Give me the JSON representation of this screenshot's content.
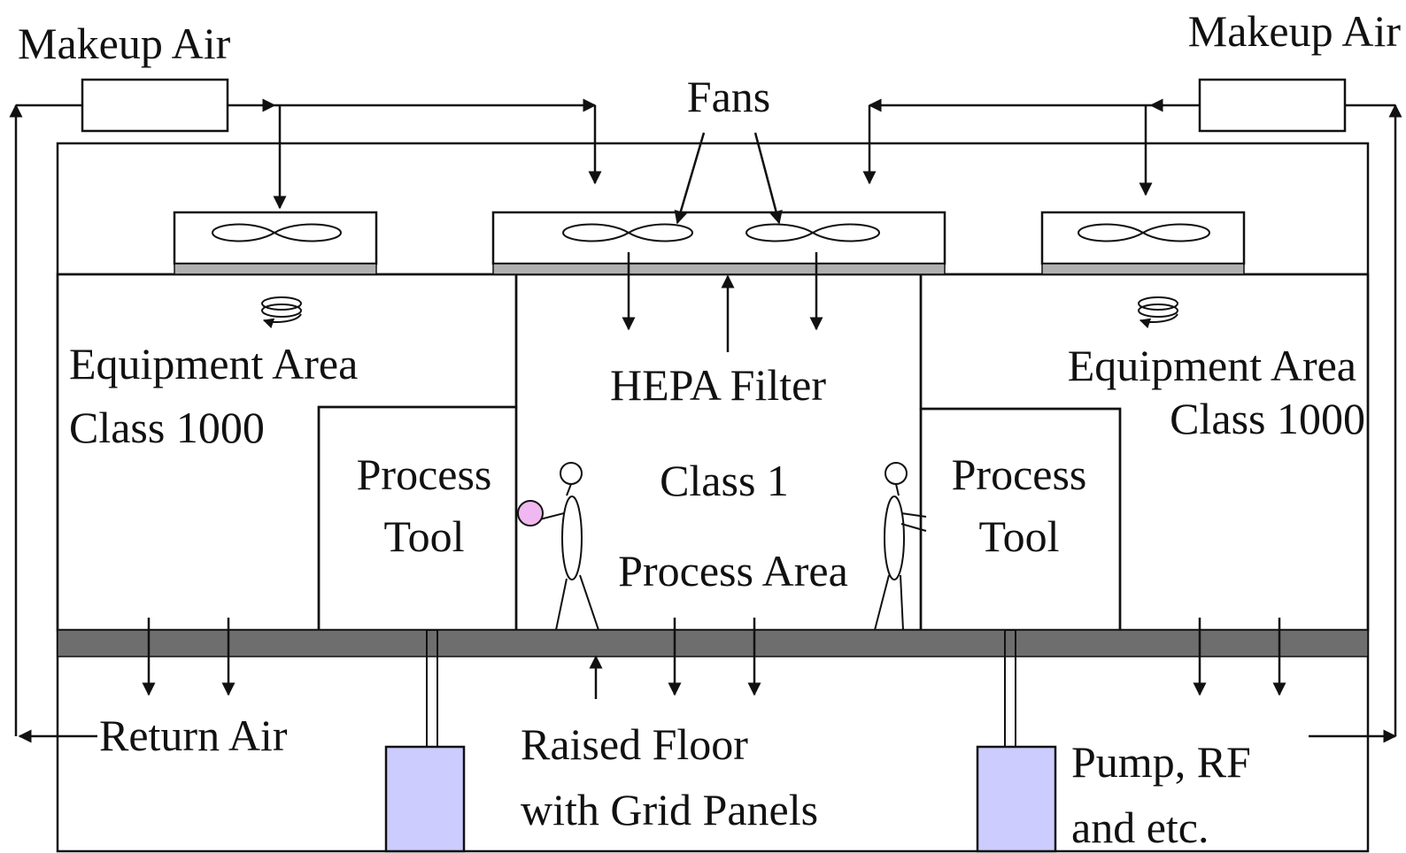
{
  "labels": {
    "makeup_air_left": "Makeup Air",
    "makeup_air_right": "Makeup Air",
    "fans": "Fans",
    "hepa_filter": "HEPA Filter",
    "equipment_area_left": "Equipment Area",
    "class_1000_left": "Class 1000",
    "equipment_area_right": "Equipment Area",
    "class_1000_right": "Class 1000",
    "process_tool_left_line1": "Process",
    "process_tool_left_line2": "Tool",
    "process_tool_right_line1": "Process",
    "process_tool_right_line2": "Tool",
    "class_1": "Class 1",
    "process_area": "Process Area",
    "return_air": "Return Air",
    "raised_floor_line1": "Raised Floor",
    "raised_floor_line2": "with Grid Panels",
    "pump_line1": "Pump, RF",
    "pump_line2": "and etc."
  },
  "colors": {
    "equipment_area_fill": "#e8e8e8",
    "floor_fill": "#6e6e6e",
    "filter_strip_fill": "#b0b0b0",
    "pump_box_fill": "#ccccff",
    "wafer_fill": "#f0b8f0"
  }
}
